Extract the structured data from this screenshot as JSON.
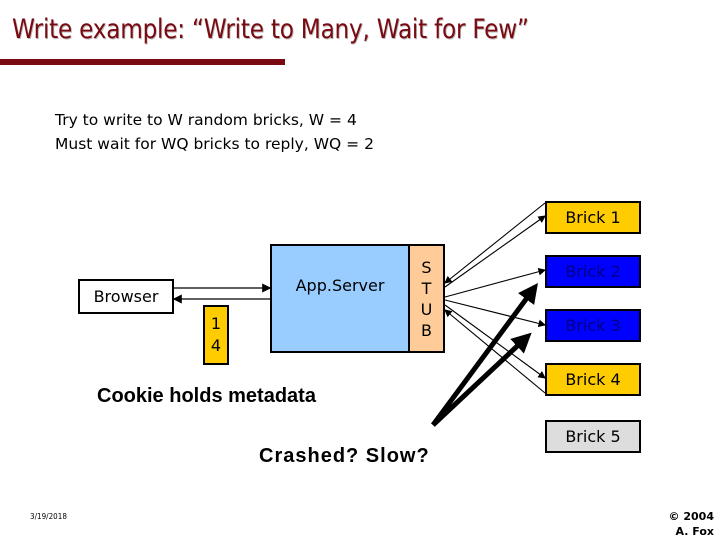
{
  "slide": {
    "title": "Write example: “Write to Many, Wait for Few”",
    "intro_lines": [
      "Try to write to W random bricks, W = 4",
      "Must wait for WQ bricks to reply, WQ = 2"
    ],
    "colors": {
      "title": "#7a0a12",
      "appserver": "#99ccff",
      "stub": "#ffcc99",
      "cookie": "#ffcc00",
      "brick_ok": "#ffcc00",
      "brick_failed": "#0000ff",
      "brick_unused": "#dddddd"
    }
  },
  "diagram": {
    "browser_label": "Browser",
    "appserver_label": "App.Server",
    "stub_letters": [
      "S",
      "T",
      "U",
      "B"
    ],
    "cookie_values": [
      "1",
      "4"
    ],
    "bricks": [
      {
        "label": "Brick 1",
        "state": "written"
      },
      {
        "label": "Brick 2",
        "state": "failed"
      },
      {
        "label": "Brick 3",
        "state": "failed"
      },
      {
        "label": "Brick 4",
        "state": "written"
      },
      {
        "label": "Brick 5",
        "state": "not-selected"
      }
    ],
    "cookie_caption": "Cookie holds metadata",
    "failure_caption": "Crashed? Slow?"
  },
  "footer": {
    "date": "3/19/2018",
    "copyright": "© 2004",
    "author": "A. Fox"
  }
}
